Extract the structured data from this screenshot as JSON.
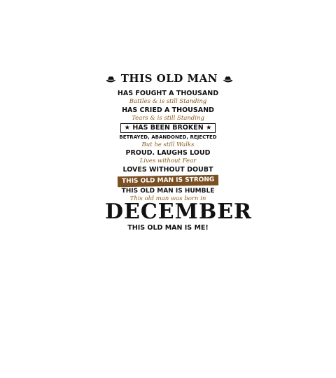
{
  "poster": {
    "title": "THIS OLD MAN",
    "lines": [
      "HAS FOUGHT A THOUSAND",
      "Battles & is still Standing",
      "HAS CRIED A THOUSAND",
      "Tears & is still Standing",
      "HAS BEEN BROKEN",
      "BETRAYED, ABANDONED, REJECTED",
      "But he still Walks",
      "PROUD. LAUGHS LOUD",
      "Lives without Fear",
      "LOVES WITHOUT DOUBT",
      "THIS OLD MAN IS STRONG",
      "THIS OLD MAN IS HUMBLE",
      "This old man was born in",
      "DECEMBER",
      "THIS OLD MAN IS ME!"
    ],
    "accent_color": "#7a4f22",
    "icons": [
      "cowboy-hat-icon",
      "cowboy-hat-icon"
    ]
  }
}
